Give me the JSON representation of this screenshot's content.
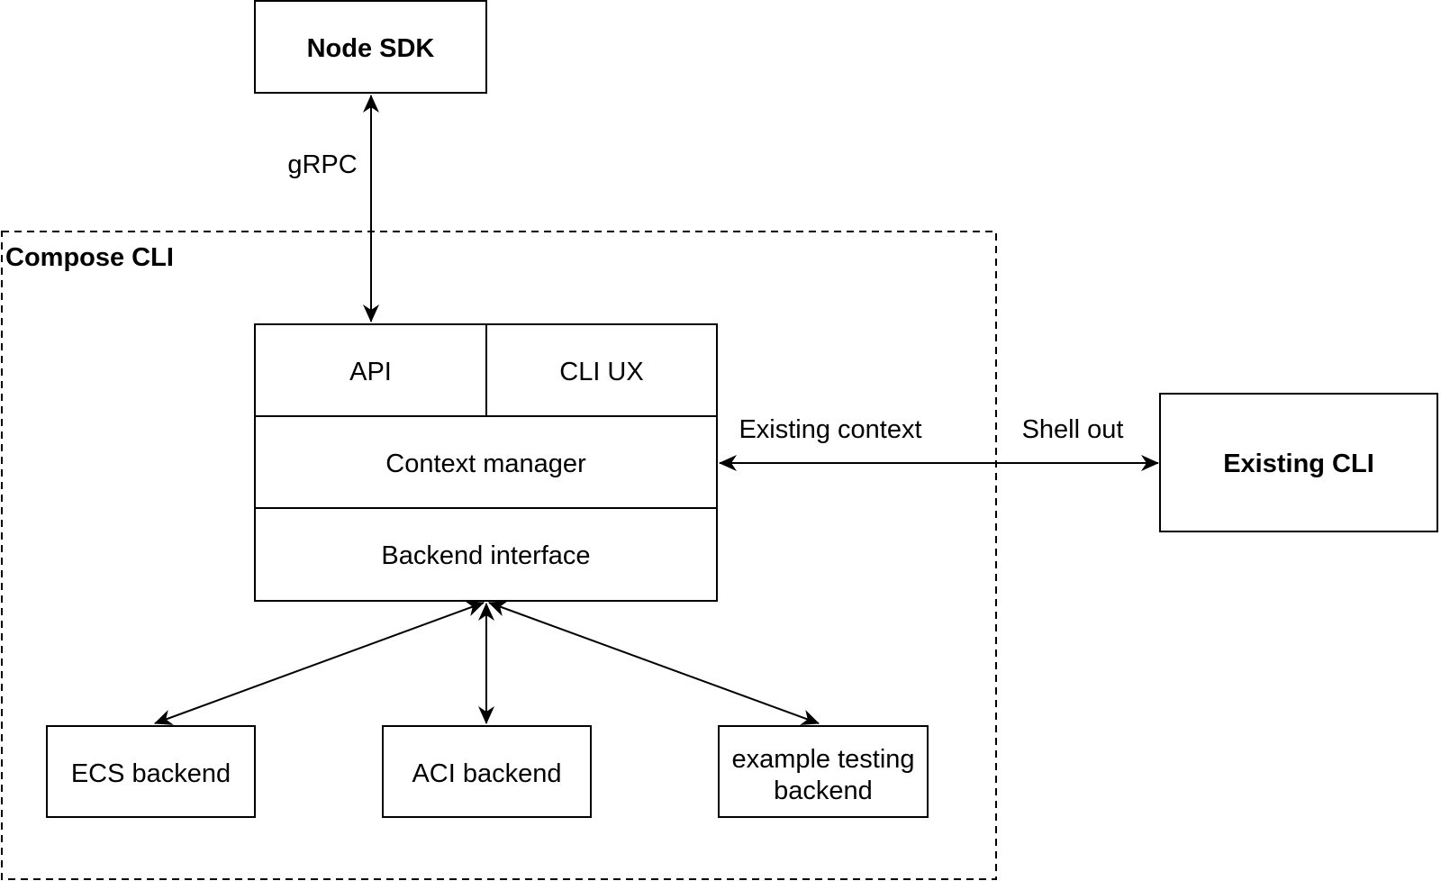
{
  "nodes": {
    "node_sdk": "Node SDK",
    "compose_cli": "Compose CLI",
    "api": "API",
    "cli_ux": "CLI UX",
    "context_manager": "Context manager",
    "backend_interface": "Backend interface",
    "existing_cli": "Existing CLI",
    "ecs_backend": "ECS backend",
    "aci_backend": "ACI backend",
    "example_testing_backend_line1": "example testing",
    "example_testing_backend_line2": "backend"
  },
  "edges": {
    "grpc": "gRPC",
    "existing_context": "Existing context",
    "shell_out": "Shell out"
  }
}
